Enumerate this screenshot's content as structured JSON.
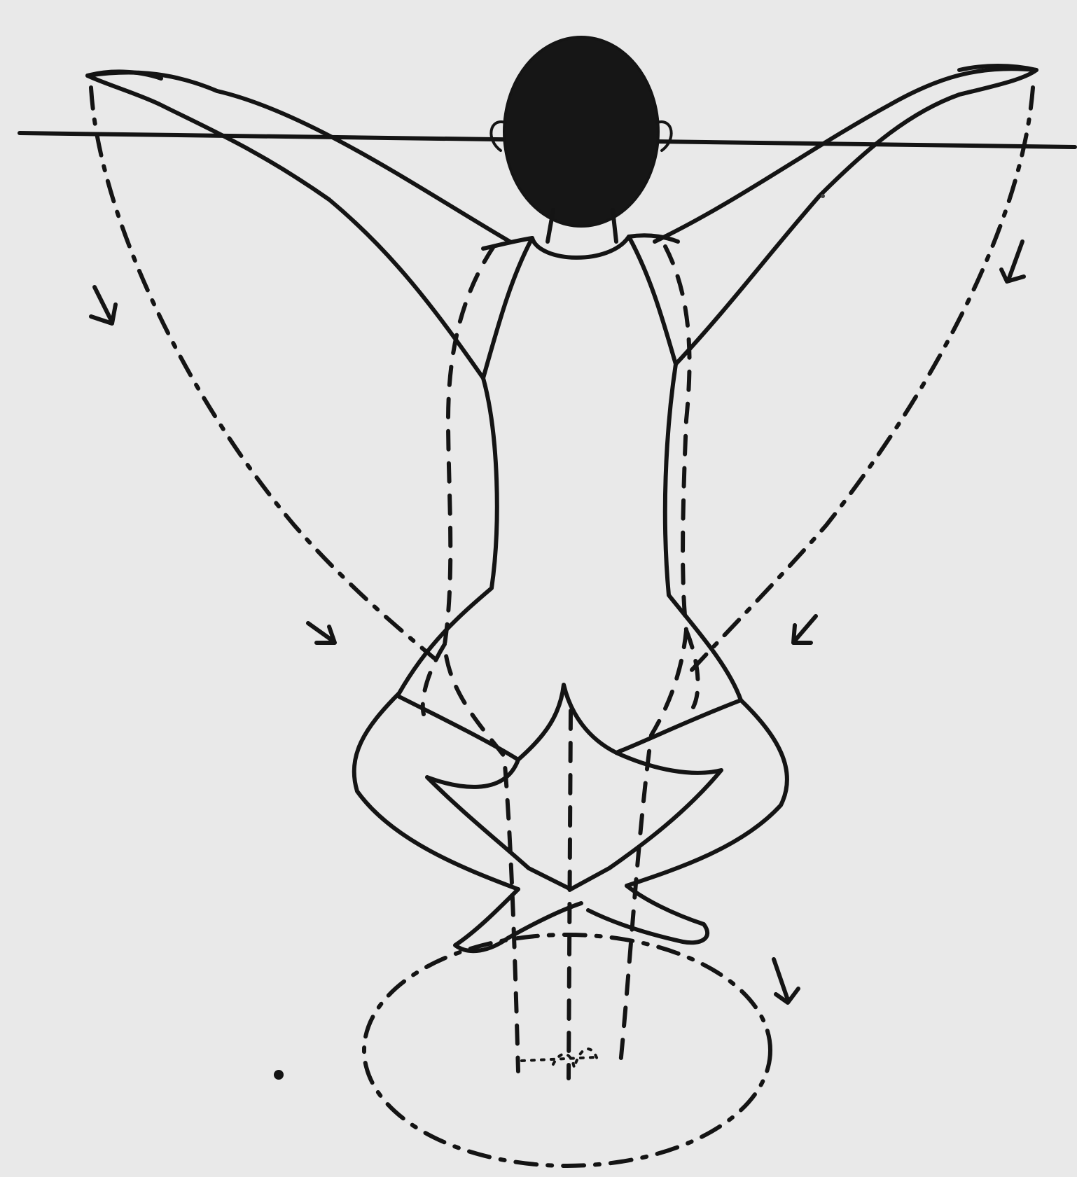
{
  "figure": {
    "background_color": "#e9e9e9",
    "ink_color": "#141414",
    "subject": "child-squat-exercise-illustration",
    "elements": [
      "horizontal-reference-line",
      "head",
      "body-outline",
      "arms-raised",
      "legs-crouched",
      "arm-swing-paths",
      "circle-path",
      "motion-arrows"
    ]
  }
}
